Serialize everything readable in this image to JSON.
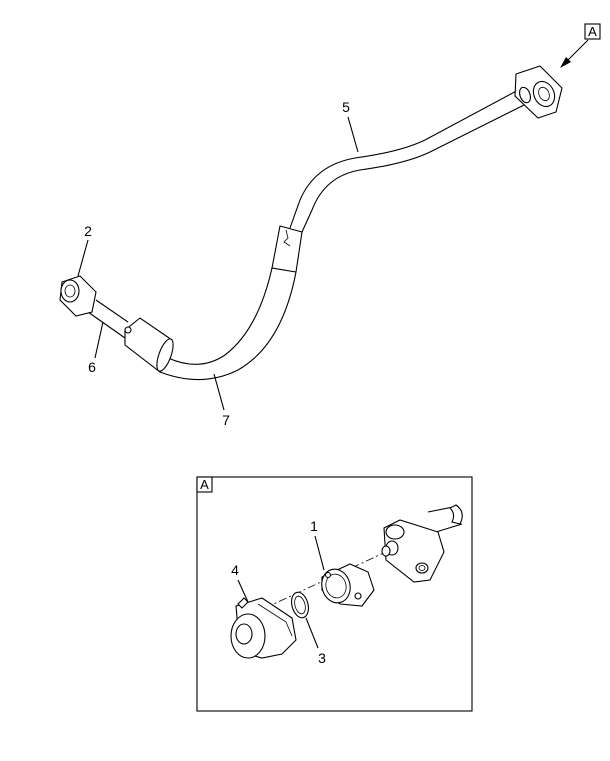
{
  "callouts": {
    "view_marker": "A",
    "item_1": "1",
    "item_2": "2",
    "item_3": "3",
    "item_4": "4",
    "item_5": "5",
    "item_6": "6",
    "item_7": "7"
  },
  "detail_view": {
    "label": "A"
  }
}
